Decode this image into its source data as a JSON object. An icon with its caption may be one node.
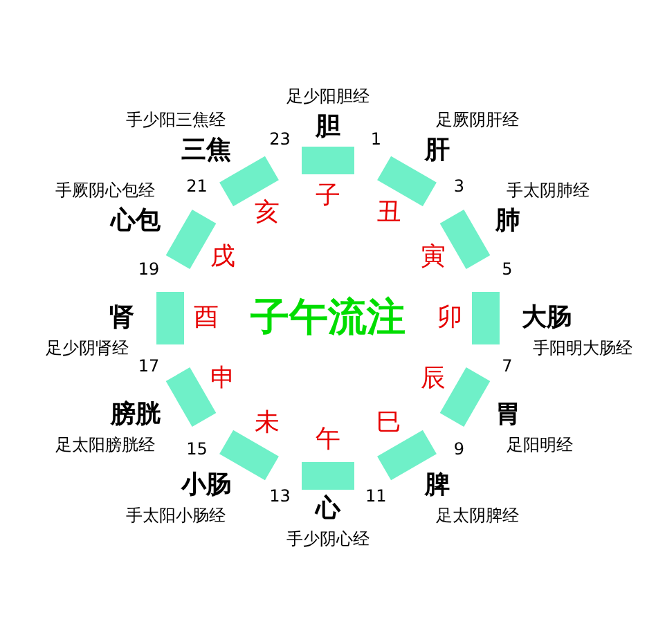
{
  "diagram": {
    "title": "子午流注",
    "nodes": [
      {
        "text": [],
        "shape": "bar",
        "beside": [
          "胆",
          "足少阳胆经"
        ]
      },
      {
        "text": [],
        "shape": "bar",
        "beside": [
          "肝",
          "足厥阴肝经"
        ]
      },
      {
        "text": [],
        "shape": "bar",
        "beside": [
          "肺",
          "手太阴肺经"
        ]
      },
      {
        "text": [],
        "shape": "bar",
        "beside": [
          "大肠",
          "手阳明大肠经"
        ]
      },
      {
        "text": [],
        "shape": "bar",
        "beside": [
          "胃",
          "足阳明经"
        ]
      },
      {
        "text": [],
        "shape": "bar",
        "beside": [
          "脾",
          "足太阴脾经"
        ]
      },
      {
        "text": [],
        "shape": "bar",
        "beside": [
          "心",
          "手少阴心经"
        ]
      },
      {
        "text": [],
        "shape": "bar",
        "beside": [
          "小肠",
          "手太阳小肠经"
        ]
      },
      {
        "text": [],
        "shape": "bar",
        "beside": [
          "膀胱",
          "足太阳膀胱经"
        ]
      },
      {
        "text": [],
        "shape": "bar",
        "beside": [
          "肾",
          "足少阴肾经"
        ]
      },
      {
        "text": [],
        "shape": "bar",
        "beside": [
          "心包",
          "手厥阴心包经"
        ]
      },
      {
        "text": [],
        "shape": "bar",
        "beside": [
          "三焦",
          "手少阳三焦经"
        ]
      }
    ],
    "labels": [
      "23",
      "子",
      "1",
      "丑",
      "3",
      "寅",
      "5",
      "卯",
      "7",
      "辰",
      "9",
      "巳",
      "11",
      "午",
      "13",
      "未",
      "15",
      "申",
      "17",
      "酉",
      "19",
      "戌",
      "21",
      "亥"
    ]
  }
}
